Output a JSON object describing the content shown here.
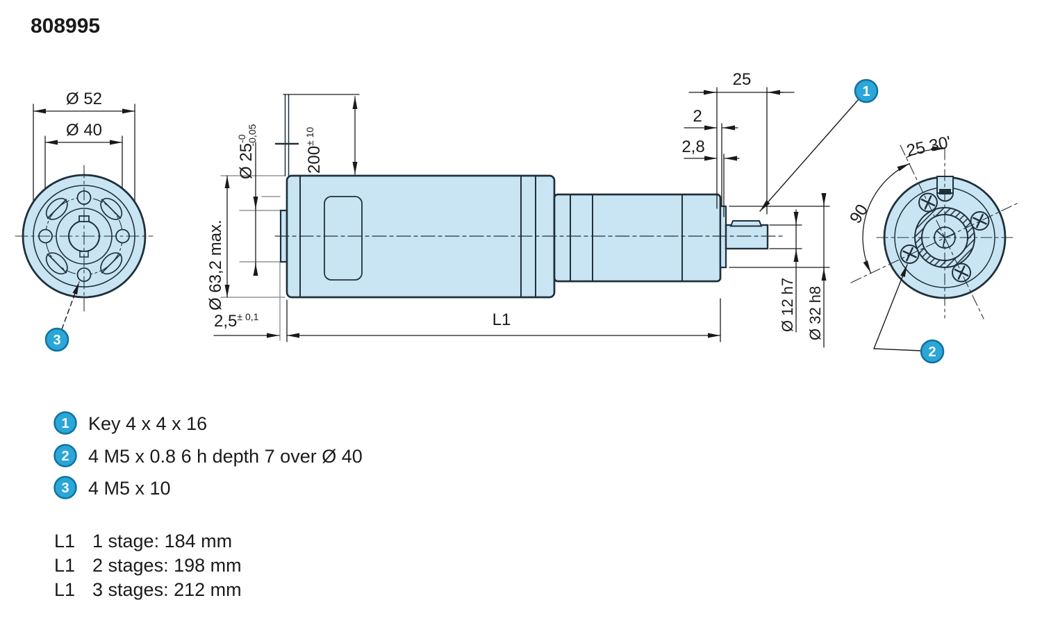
{
  "part_number": "808995",
  "colors": {
    "part_fill": "#c9e5f4",
    "part_outline": "#20303a",
    "dim_line": "#1a1a1a",
    "gray_line": "#8f969b",
    "callout_fill": "#2aa6d9",
    "callout_stroke": "#11729e",
    "callout_text": "#ffffff"
  },
  "front_view": {
    "dia_outer": "Ø 52",
    "dia_bolt_circle": "Ø 40",
    "callout": "3"
  },
  "side_view": {
    "cable_length": "200",
    "cable_length_tol": "± 10",
    "pilot_dia": "Ø 25",
    "pilot_dia_tol_upper": "-0",
    "pilot_dia_tol_lower": "-0,05",
    "body_dia": "Ø 63,2 max.",
    "pilot_depth": "2,5",
    "pilot_depth_tol": "± 0,1",
    "length_label": "L1",
    "shaft_length": "25",
    "boss_width": "2",
    "key_offset": "2,8",
    "shaft_dia": "Ø 12 h7",
    "boss_dia": "Ø 32 h8",
    "callout": "1"
  },
  "rear_view": {
    "angle_offset": "25 30'",
    "angle_between": "90",
    "callout": "2"
  },
  "legend": [
    {
      "num": "1",
      "text": "Key 4 x 4 x 16"
    },
    {
      "num": "2",
      "text": "4 M5 x 0.8 6 h depth 7 over Ø 40"
    },
    {
      "num": "3",
      "text": "4 M5 x 10"
    }
  ],
  "lengths": [
    {
      "label": "L1",
      "text": "1 stage: 184 mm"
    },
    {
      "label": "L1",
      "text": "2 stages: 198 mm"
    },
    {
      "label": "L1",
      "text": "3 stages: 212 mm"
    }
  ]
}
